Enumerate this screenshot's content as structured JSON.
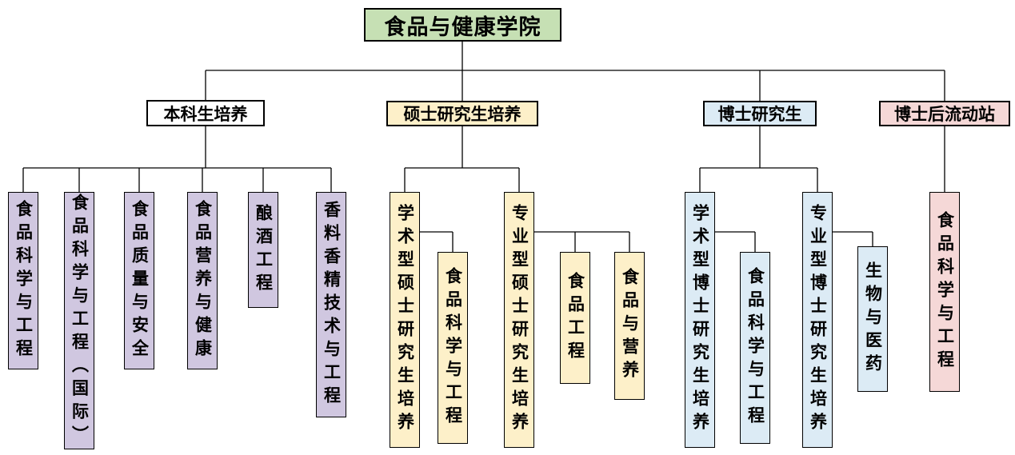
{
  "title": "食品与健康学院",
  "colors": {
    "root_bg": "#c6e0b4",
    "undergraduate_bg": "#ffffff",
    "undergraduate_child_bg": "#d0c7e0",
    "masters_bg": "#fdf0c9",
    "doctoral_bg": "#dcebf5",
    "postdoc_bg": "#f5d8d7",
    "border": "#000000",
    "line": "#000000"
  },
  "branches": [
    {
      "label": "本科生培养",
      "children": [
        {
          "label": "食品科学与工程"
        },
        {
          "label": "食品科学与工程（国际）"
        },
        {
          "label": "食品质量与安全"
        },
        {
          "label": "食品营养与健康"
        },
        {
          "label": "酿酒工程"
        },
        {
          "label": "香料香精技术与工程"
        }
      ]
    },
    {
      "label": "硕士研究生培养",
      "children": [
        {
          "label": "学术型硕士研究生培养",
          "children": [
            {
              "label": "食品科学与工程"
            }
          ]
        },
        {
          "label": "专业型硕士研究生培养",
          "children": [
            {
              "label": "食品工程"
            },
            {
              "label": "食品与营养"
            }
          ]
        }
      ]
    },
    {
      "label": "博士研究生",
      "children": [
        {
          "label": "学术型博士研究生培养",
          "children": [
            {
              "label": "食品科学与工程"
            }
          ]
        },
        {
          "label": "专业型博士研究生培养",
          "children": [
            {
              "label": "生物与医药"
            }
          ]
        }
      ]
    },
    {
      "label": "博士后流动站",
      "children": [
        {
          "label": "食品科学与工程"
        }
      ]
    }
  ]
}
